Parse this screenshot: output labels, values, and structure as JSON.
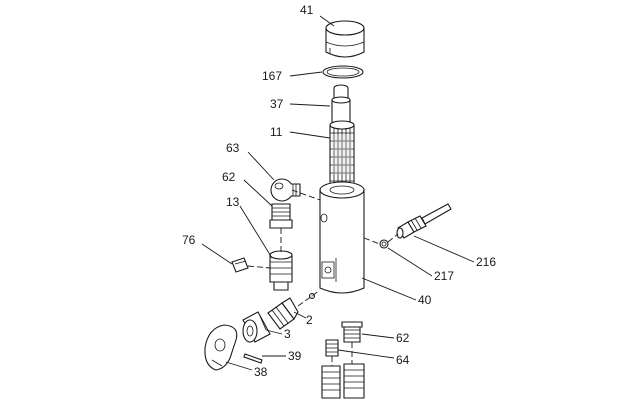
{
  "diagram": {
    "callouts": [
      {
        "id": "41",
        "label": "41"
      },
      {
        "id": "167",
        "label": "167"
      },
      {
        "id": "37",
        "label": "37"
      },
      {
        "id": "11",
        "label": "11"
      },
      {
        "id": "63",
        "label": "63"
      },
      {
        "id": "62a",
        "label": "62"
      },
      {
        "id": "13",
        "label": "13"
      },
      {
        "id": "76",
        "label": "76"
      },
      {
        "id": "216",
        "label": "216"
      },
      {
        "id": "217",
        "label": "217"
      },
      {
        "id": "40",
        "label": "40"
      },
      {
        "id": "2",
        "label": "2"
      },
      {
        "id": "3",
        "label": "3"
      },
      {
        "id": "62b",
        "label": "62"
      },
      {
        "id": "39",
        "label": "39"
      },
      {
        "id": "64",
        "label": "64"
      },
      {
        "id": "38",
        "label": "38"
      }
    ]
  }
}
